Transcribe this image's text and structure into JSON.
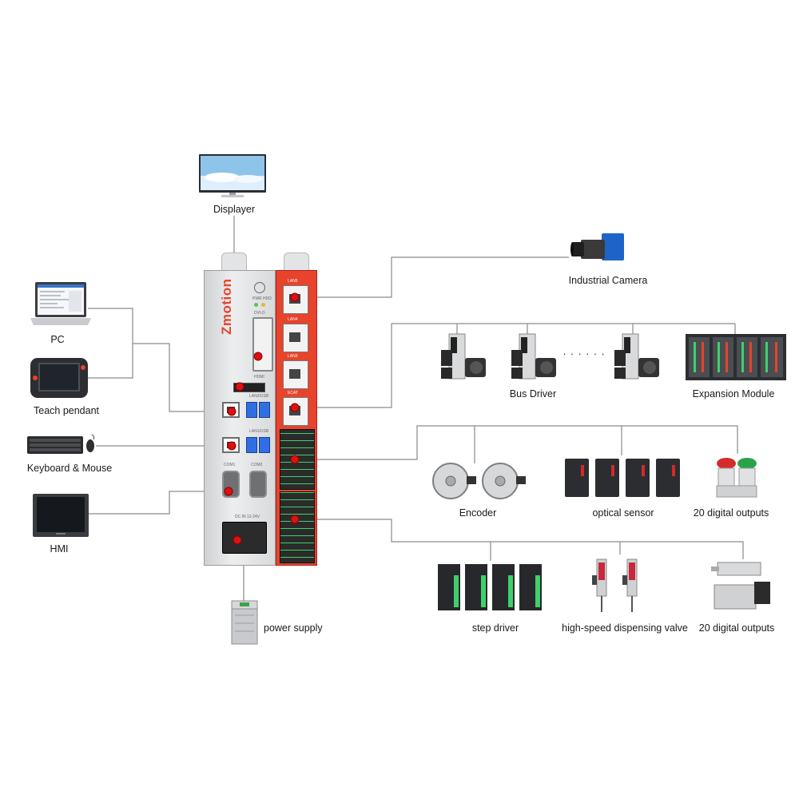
{
  "controller": {
    "brand": "Zmotion",
    "port_labels": {
      "lan5": "LAN5",
      "lan4": "LAN4",
      "lan3": "LAN3",
      "ecat": "ECAT",
      "lan2_usb": "LAN2/USB",
      "lan1_usb": "LAN1/USB",
      "com1": "COM1",
      "com2": "COM2",
      "pwr_hdd": "PWR HDD",
      "dvi_d": "DVI-D",
      "hdmi": "HDMI",
      "dc_in": "DC IN 12-24V"
    }
  },
  "devices": {
    "displayer": "Displayer",
    "pc": "PC",
    "teach_pendant": "Teach pendant",
    "keyboard_mouse": "Keyboard & Mouse",
    "hmi": "HMI",
    "power_supply": "power supply",
    "industrial_camera": "Industrial Camera",
    "bus_driver": "Bus Driver",
    "expansion_module": "Expansion Module",
    "encoder": "Encoder",
    "optical_sensor": "optical sensor",
    "digital_outputs_1": "20 digital outputs",
    "step_driver": "step driver",
    "dispensing_valve": "high-speed dispensing valve",
    "digital_outputs_2": "20 digital outputs",
    "ellipsis": "· · · · · ·"
  },
  "colors": {
    "wire": "#8a8a8a",
    "accent_red": "#e8432b",
    "marker": "#d11111"
  }
}
